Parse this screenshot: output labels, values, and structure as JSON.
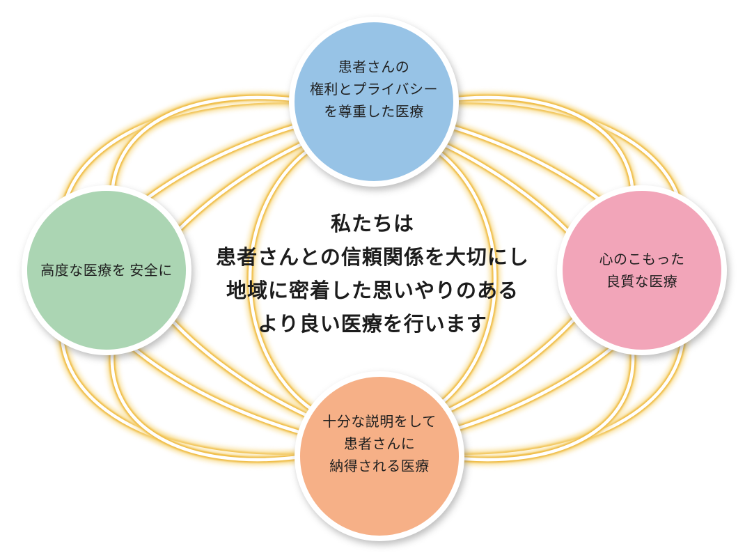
{
  "diagram": {
    "center_statement": {
      "line1": "私たちは",
      "line2": "患者さんとの信頼関係を大切にし",
      "line3": "地域に密着した思いやりのある",
      "line4": "より良い医療を行います"
    },
    "circles": {
      "top": {
        "color": "#97C3E6",
        "label_line1": "患者さんの",
        "label_line2": "権利とプライバシー",
        "label_line3": "を尊重した医療"
      },
      "left": {
        "color": "#ABD5B3",
        "label_line1": "高度な医療を",
        "label_line2": "安全に"
      },
      "right": {
        "color": "#F2A5B9",
        "label_line1": "心のこもった",
        "label_line2": "良質な医療"
      },
      "bottom": {
        "color": "#F6B087",
        "label_line1": "十分な説明をして",
        "label_line2": "患者さんに",
        "label_line3": "納得される医療"
      }
    },
    "orbit_lines": {
      "glow_color": "#F8DC8F",
      "gold_color": "#EFBC45",
      "core_color": "#FFFFFF"
    }
  }
}
